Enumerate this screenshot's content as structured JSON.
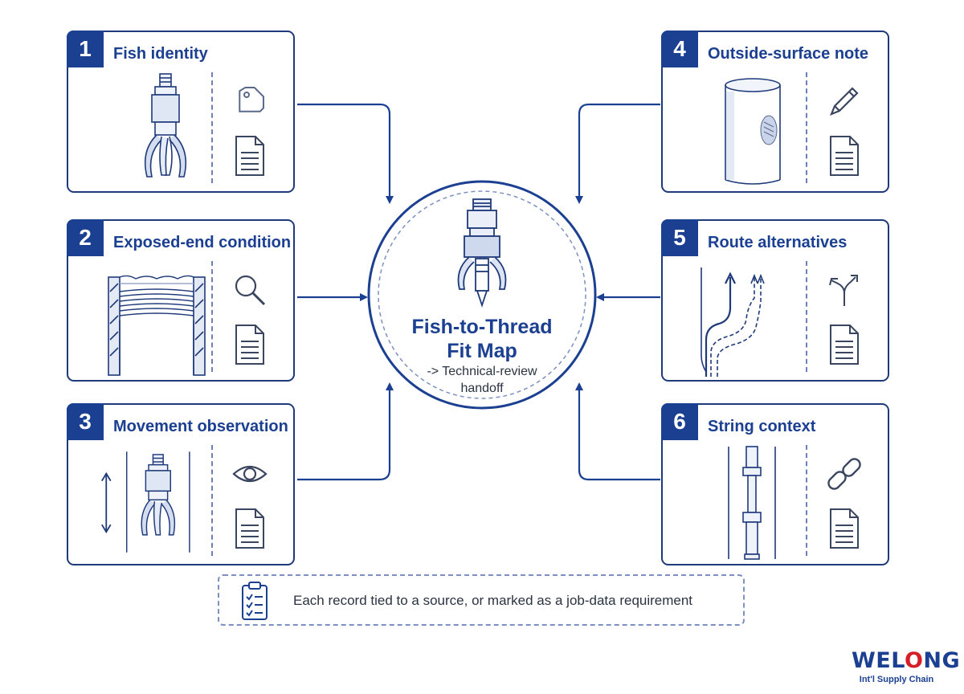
{
  "center": {
    "title_line1": "Fish-to-Thread",
    "title_line2": "Fit Map",
    "subtitle_line1": "-> Technical-review",
    "subtitle_line2": "handoff"
  },
  "panels": [
    {
      "number": "1",
      "title": "Fish identity",
      "icon": "tag-icon"
    },
    {
      "number": "2",
      "title": "Exposed-end condition",
      "icon": "magnifier-icon"
    },
    {
      "number": "3",
      "title": "Movement observation",
      "icon": "eye-icon"
    },
    {
      "number": "4",
      "title": "Outside-surface note",
      "icon": "pencil-icon"
    },
    {
      "number": "5",
      "title": "Route alternatives",
      "icon": "fork-arrows-icon"
    },
    {
      "number": "6",
      "title": "String context",
      "icon": "chain-link-icon"
    }
  ],
  "footer": {
    "text": "Each record tied to a source, or marked as a job-data requirement",
    "icon": "clipboard-checklist-icon"
  },
  "logo": {
    "main_pre": "WEL",
    "main_accent": "O",
    "main_post": "NG",
    "sub": "Int'l Supply Chain"
  },
  "colors": {
    "primary": "#1b3f91",
    "accent": "#d51e26",
    "line": "#1f3a7a"
  }
}
